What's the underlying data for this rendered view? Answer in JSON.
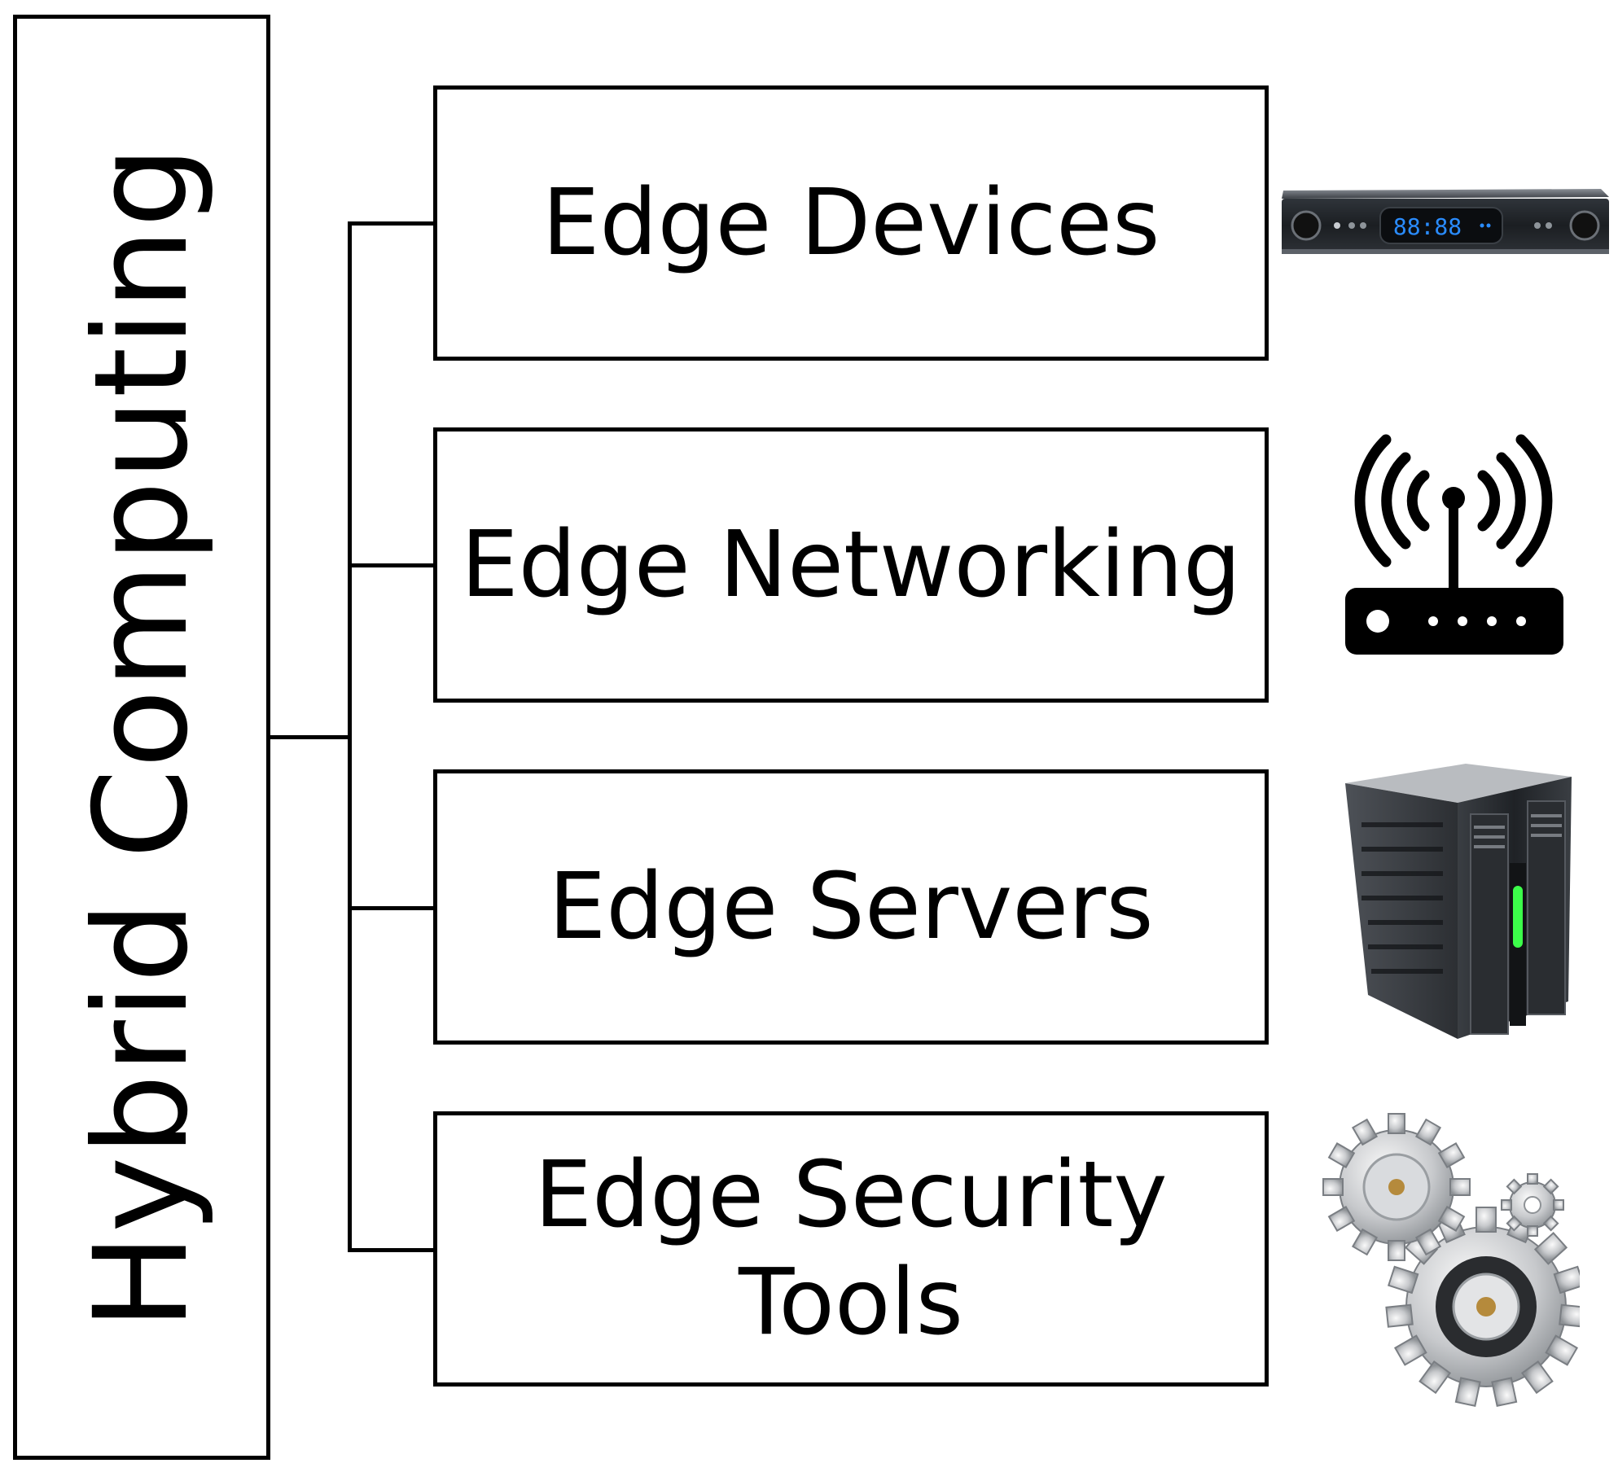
{
  "diagram": {
    "root": {
      "label": "Hybrid Computing"
    },
    "children": [
      {
        "label": "Edge Devices",
        "icon": "set-top-box-icon",
        "display_text": "88:88"
      },
      {
        "label": "Edge Networking",
        "icon": "wireless-router-icon"
      },
      {
        "label": "Edge Servers",
        "icon": "server-tower-icon"
      },
      {
        "label": "Edge Security\nTools",
        "icon": "gears-icon"
      }
    ],
    "colors": {
      "line": "#000000",
      "background": "#ffffff",
      "led_blue": "#2a8cff",
      "led_green": "#3cff4a"
    }
  }
}
